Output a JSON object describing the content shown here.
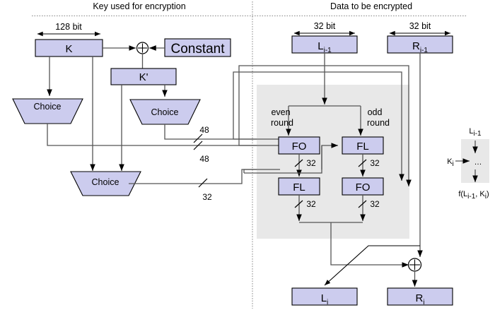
{
  "headings": {
    "left": "Key used for encryption",
    "right": "Data to be encrypted"
  },
  "dimensions": {
    "key_width": "128 bit",
    "left_half": "32 bit",
    "right_half": "32 bit"
  },
  "key_section": {
    "key_box": "K",
    "constant_box": "Constant",
    "kprime_box": "K'",
    "choice_left": "Choice",
    "choice_mid": "Choice",
    "choice_bottom": "Choice",
    "xor_symbol": "⊕",
    "bus_labels": {
      "fo_even_top": "48",
      "fo_even_bottom": "48",
      "fl_lower": "32"
    }
  },
  "data_section": {
    "left_input": "L",
    "left_input_sub": "i-1",
    "right_input": "R",
    "right_input_sub": "i-1",
    "even_round": "even\nround",
    "even_round_line1": "even",
    "even_round_line2": "round",
    "odd_round_line1": "odd",
    "odd_round_line2": "round",
    "fo_even": "FO",
    "fl_odd": "FL",
    "fl_even": "FL",
    "fo_odd": "FO",
    "width_labels": {
      "fo_even_out": "32",
      "fl_odd_out": "32",
      "fl_even_out": "32",
      "fo_odd_out": "32"
    },
    "xor_symbol": "⊕",
    "left_output": "L",
    "left_output_sub": "i",
    "right_output": "R",
    "right_output_sub": "i"
  },
  "legend": {
    "input_label": "L",
    "input_sub": "i-1",
    "key_label": "K",
    "key_sub": "i",
    "ellipsis": "…",
    "output_prefix": "f(L",
    "output_sub1": "i-1",
    "output_mid": ", K",
    "output_sub2": "i",
    "output_suffix": ")"
  },
  "colors": {
    "box_fill": "#ccccee",
    "gray_panel": "#e8e8e8",
    "line": "#555555",
    "stroke": "#000000"
  }
}
